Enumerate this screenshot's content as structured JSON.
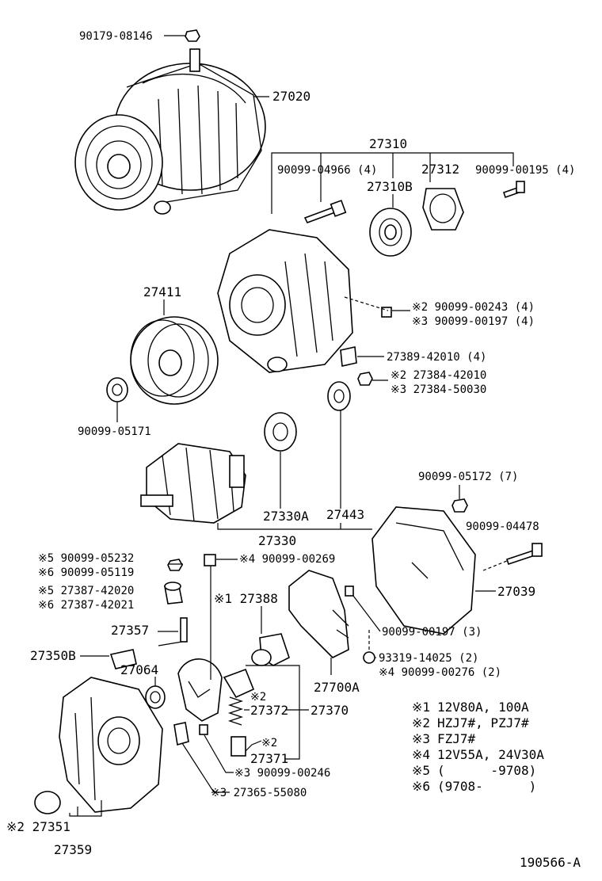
{
  "diagram": {
    "drawing_id": "190566-A",
    "labels": {
      "p90179_08146": "90179-08146",
      "p27020": "27020",
      "p27310": "27310",
      "p90099_04966": "90099-04966 (4)",
      "p27312": "27312",
      "p90099_00195": "90099-00195 (4)",
      "p27310B": "27310B",
      "p27411": "27411",
      "p90099_00243": "※2 90099-00243 (4)",
      "p90099_00197a": "※3 90099-00197 (4)",
      "p27389": "27389-42010 (4)",
      "p27384_42010": "※2 27384-42010",
      "p27384_50030": "※3 27384-50030",
      "p90099_05171": "90099-05171",
      "p90099_05172": "90099-05172 (7)",
      "p27330A": "27330A",
      "p27443": "27443",
      "p90099_04478": "90099-04478",
      "p27330": "27330",
      "p90099_05232": "※5 90099-05232",
      "p90099_05119": "※6 90099-05119",
      "p90099_00269": "※4 90099-00269",
      "p27387_42020": "※5 27387-42020",
      "p27387_42021": "※6 27387-42021",
      "p27388": "※1 27388",
      "p27039": "27039",
      "p27357": "27357",
      "p90099_00197b": "90099-00197 (3)",
      "p27350B": "27350B",
      "p93319": "93319-14025 (2)",
      "p90099_00276": "※4 90099-00276 (2)",
      "p27064": "27064",
      "p27700A": "27700A",
      "p27372_note": "※2",
      "p27372": "27372",
      "p27370": "27370",
      "p27371_note": "※2",
      "p27371": "27371",
      "p90099_00246": "※3 90099-00246",
      "p27365": "※3 27365-55080",
      "p27351": "※2 27351",
      "p27359": "27359"
    },
    "legend": [
      {
        "mark": "※1",
        "text": "12V80A, 100A"
      },
      {
        "mark": "※2",
        "text": "HZJ7#, PZJ7#"
      },
      {
        "mark": "※3",
        "text": "FZJ7#"
      },
      {
        "mark": "※4",
        "text": "12V55A, 24V30A"
      },
      {
        "mark": "※5",
        "text": "(      -9708)"
      },
      {
        "mark": "※6",
        "text": "(9708-      )"
      }
    ]
  }
}
